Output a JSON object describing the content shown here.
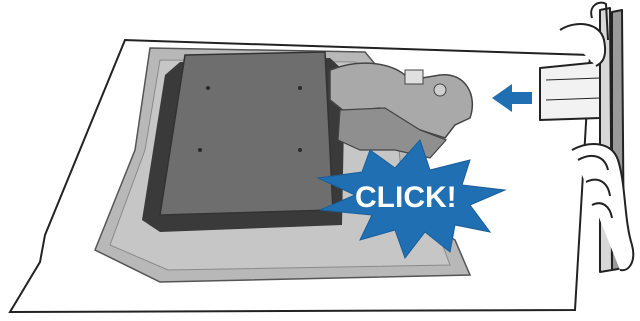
{
  "illustration": {
    "callout_text": "CLICK!",
    "callout_color": "#1f6fb2",
    "arrow_color": "#1f6fb2",
    "icon_names": [
      "monitor-back-panel",
      "base-plate",
      "stand-neck-part",
      "hand-icon",
      "insert-arrow-icon",
      "click-burst-icon"
    ]
  }
}
